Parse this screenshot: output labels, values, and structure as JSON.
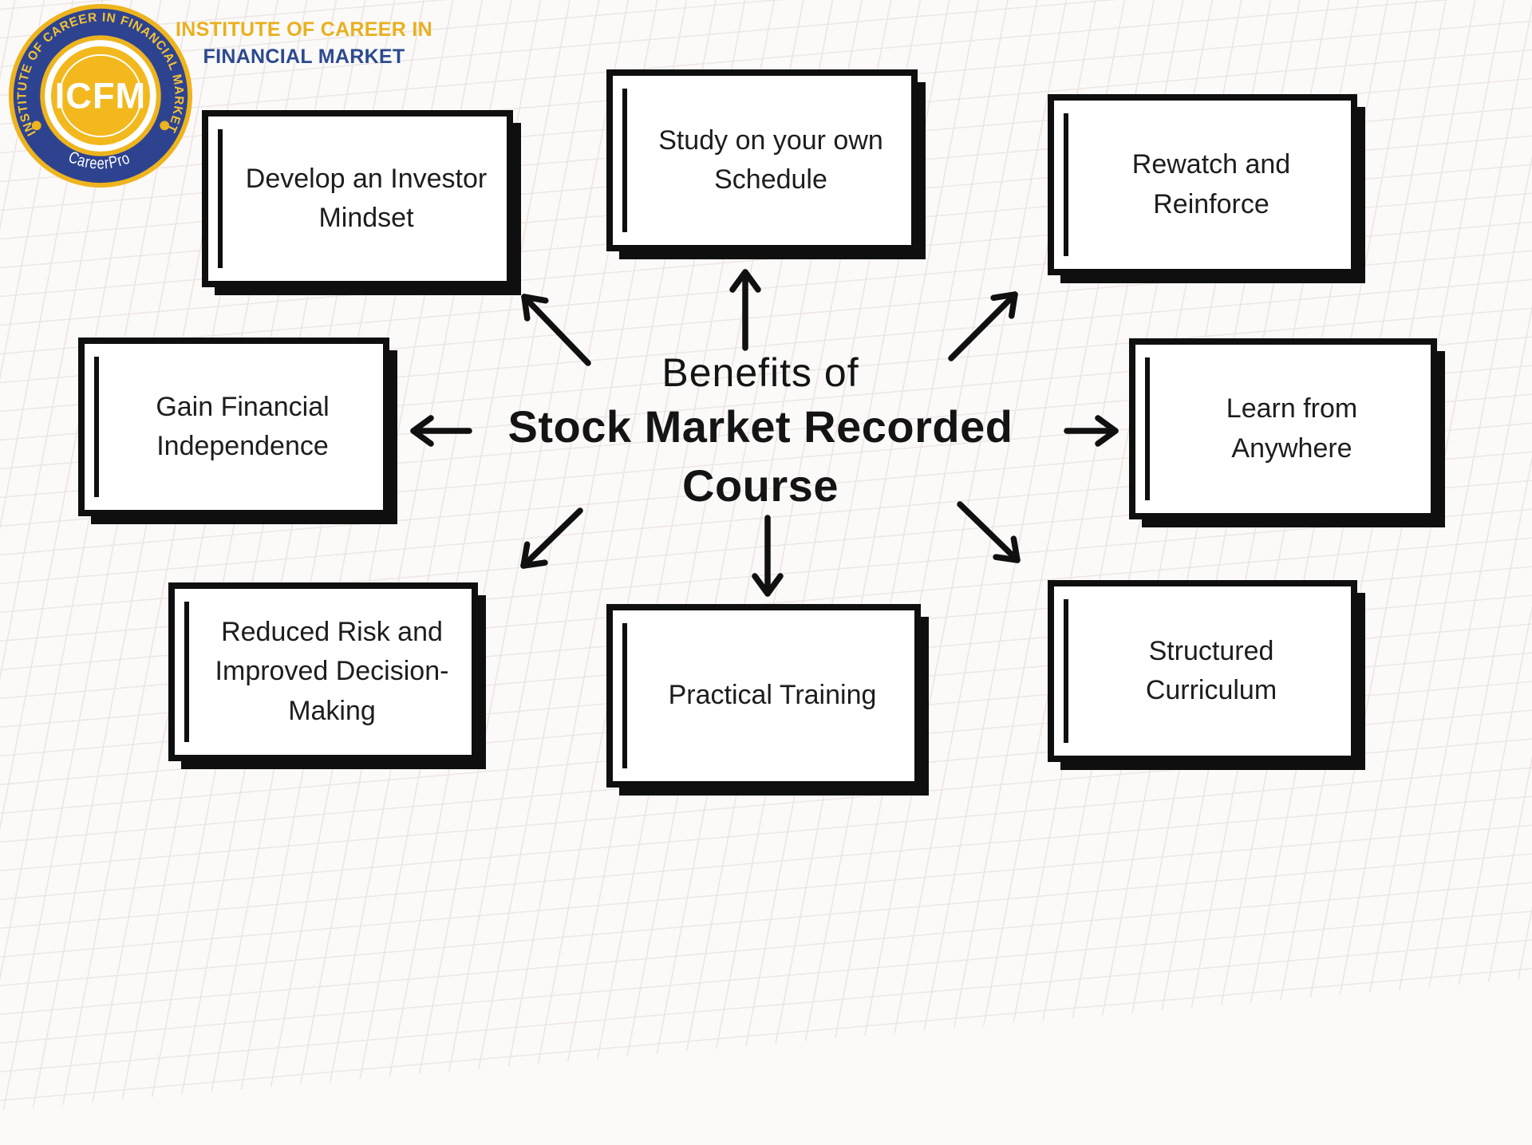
{
  "brand": {
    "logo": {
      "ring_text": "INSTITUTE OF CAREER IN FINANCIAL MARKET",
      "monogram": "ICFM",
      "tagline": "CareerPro",
      "blue": "#2e4390",
      "gold": "#eeb41e"
    },
    "name_line1": "INSTITUTE OF CAREER IN",
    "name_line2": "FINANCIAL MARKET",
    "name_line1_color": "#e9b01f",
    "name_line2_color": "#2b4a8f"
  },
  "title": {
    "line1": "Benefits of",
    "line2": "Stock Market Recorded",
    "line3": "Course"
  },
  "benefits": [
    {
      "id": "develop-investor-mindset",
      "label": "Develop an Investor Mindset"
    },
    {
      "id": "study-own-schedule",
      "label": "Study on your own Schedule"
    },
    {
      "id": "rewatch-reinforce",
      "label": "Rewatch and Reinforce"
    },
    {
      "id": "gain-financial-independence",
      "label": "Gain Financial Independence"
    },
    {
      "id": "learn-from-anywhere",
      "label": "Learn from Anywhere"
    },
    {
      "id": "reduced-risk",
      "label": "Reduced Risk and Improved Decision-Making"
    },
    {
      "id": "practical-training",
      "label": "Practical Training"
    },
    {
      "id": "structured-curriculum",
      "label": "Structured Curriculum"
    }
  ],
  "style": {
    "ink": "#0f0f0f",
    "paper": "#fbfaf9",
    "grid_line": "#eadfdd"
  }
}
